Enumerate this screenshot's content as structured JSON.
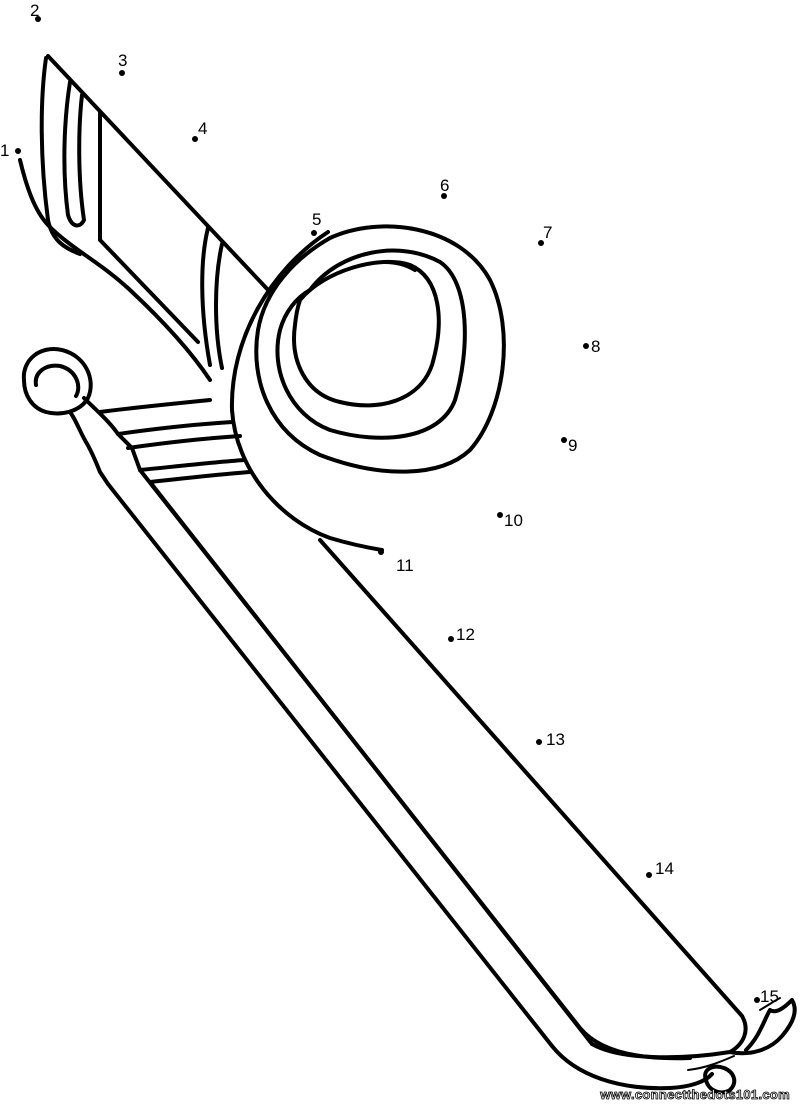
{
  "dots": [
    {
      "label": "1"
    },
    {
      "label": "2"
    },
    {
      "label": "3"
    },
    {
      "label": "4"
    },
    {
      "label": "5"
    },
    {
      "label": "6"
    },
    {
      "label": "7"
    },
    {
      "label": "8"
    },
    {
      "label": "9"
    },
    {
      "label": "10"
    },
    {
      "label": "11"
    },
    {
      "label": "12"
    },
    {
      "label": "13"
    },
    {
      "label": "14"
    },
    {
      "label": "15"
    }
  ],
  "credit": "www.connectthedots101.com",
  "colors": {
    "ink": "#000000",
    "paper": "#ffffff"
  }
}
